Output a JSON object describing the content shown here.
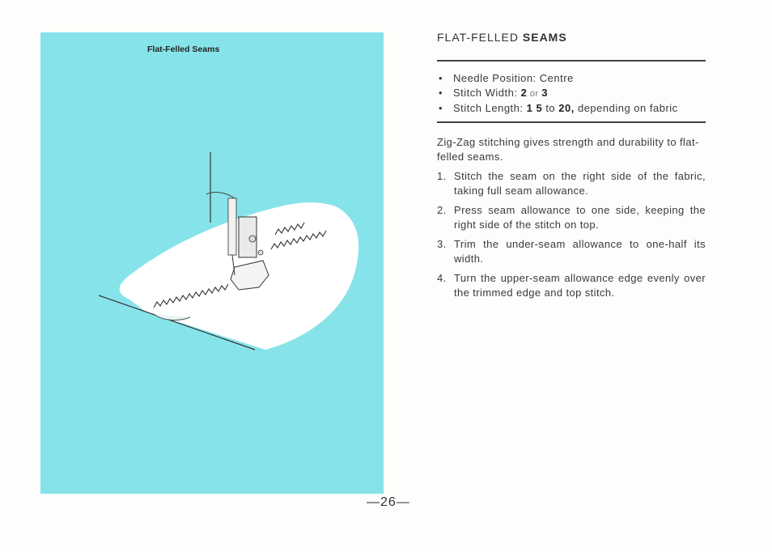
{
  "figure": {
    "title": "Flat-Felled Seams",
    "panel_color": "#87e3ea"
  },
  "section": {
    "heading_part1": "FLAT-FELLED ",
    "heading_part2": "SEAMS"
  },
  "specs": [
    {
      "label": "Needle Position: ",
      "value": "Centre"
    },
    {
      "label": "Stitch Width: ",
      "v1": "2",
      "mid": " or ",
      "v2": "3"
    },
    {
      "label": "Stitch Length: ",
      "v1": "1 5",
      "mid": " to ",
      "v2": "20,",
      "tail": " depending on fabric"
    }
  ],
  "bullet": "•",
  "intro": "Zig-Zag stitching gives strength and durability to flat-felled seams.",
  "steps": [
    {
      "num": "1.",
      "text": "Stitch the seam on the right side of the fabric, taking full seam allowance."
    },
    {
      "num": "2.",
      "text": "Press seam allowance to one side, keeping the right side of the stitch on top."
    },
    {
      "num": "3.",
      "text": "Trim the under-seam allowance to one-half its width."
    },
    {
      "num": "4.",
      "text": "Turn the upper-seam allowance edge evenly over the trimmed edge and top stitch."
    }
  ],
  "page_number": "—26—"
}
